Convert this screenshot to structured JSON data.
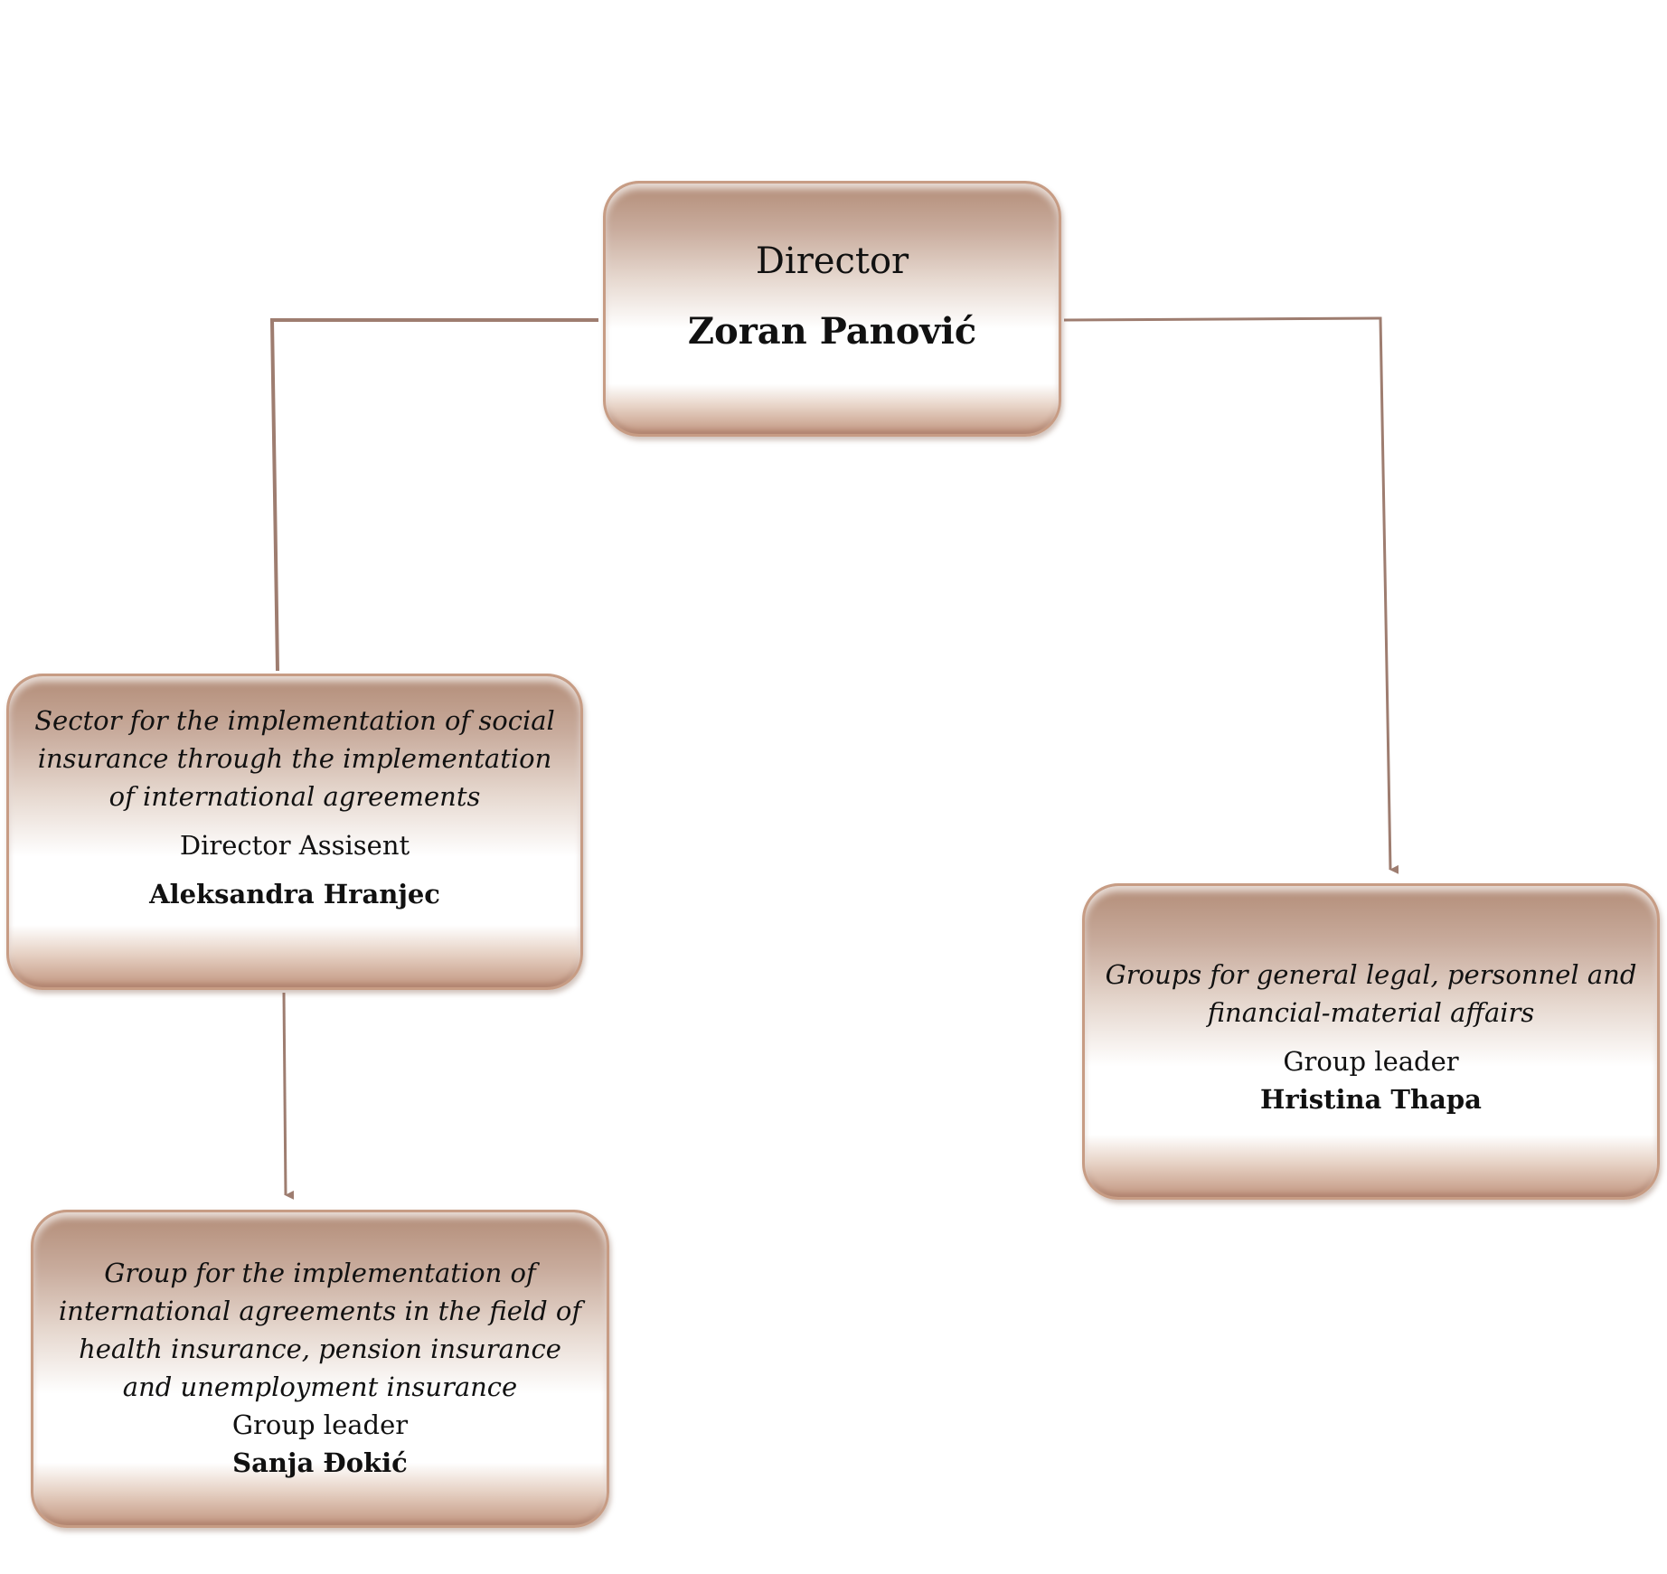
{
  "nodes": {
    "director": {
      "role": "Director",
      "name": "Zoran Panović"
    },
    "sector": {
      "department": [
        "Sector for the implementation of social",
        "insurance through the implementation",
        "of international agreements"
      ],
      "role": "Director Assisent",
      "name": "Aleksandra Hranjec"
    },
    "group_health": {
      "department": [
        "Group for the implementation of",
        "international agreements in the field of",
        "health insurance, pension insurance",
        "and unemployment insurance"
      ],
      "role": "Group leader",
      "name": "Sanja Đokić"
    },
    "group_legal": {
      "department": [
        "Groups for general legal, personnel and",
        "financial-material affairs"
      ],
      "role": "Group leader",
      "name": "Hristina Thapa"
    }
  },
  "colors": {
    "connector": "#9e7d70",
    "box_border": "#c79c84",
    "box_top": "#b38d78",
    "box_bottom": "#c29680"
  }
}
